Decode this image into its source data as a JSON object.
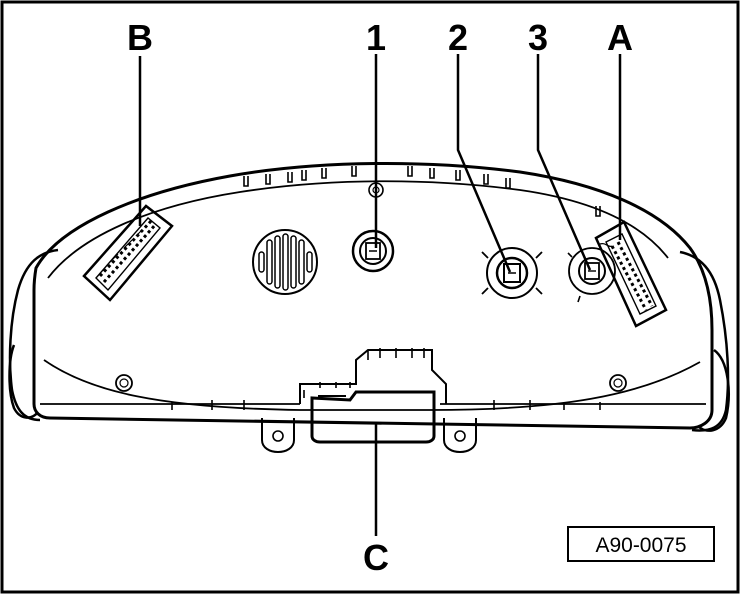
{
  "callouts": {
    "B": "B",
    "one": "1",
    "two": "2",
    "three": "3",
    "A": "A",
    "C": "C"
  },
  "figure_ref": "A90-0075"
}
